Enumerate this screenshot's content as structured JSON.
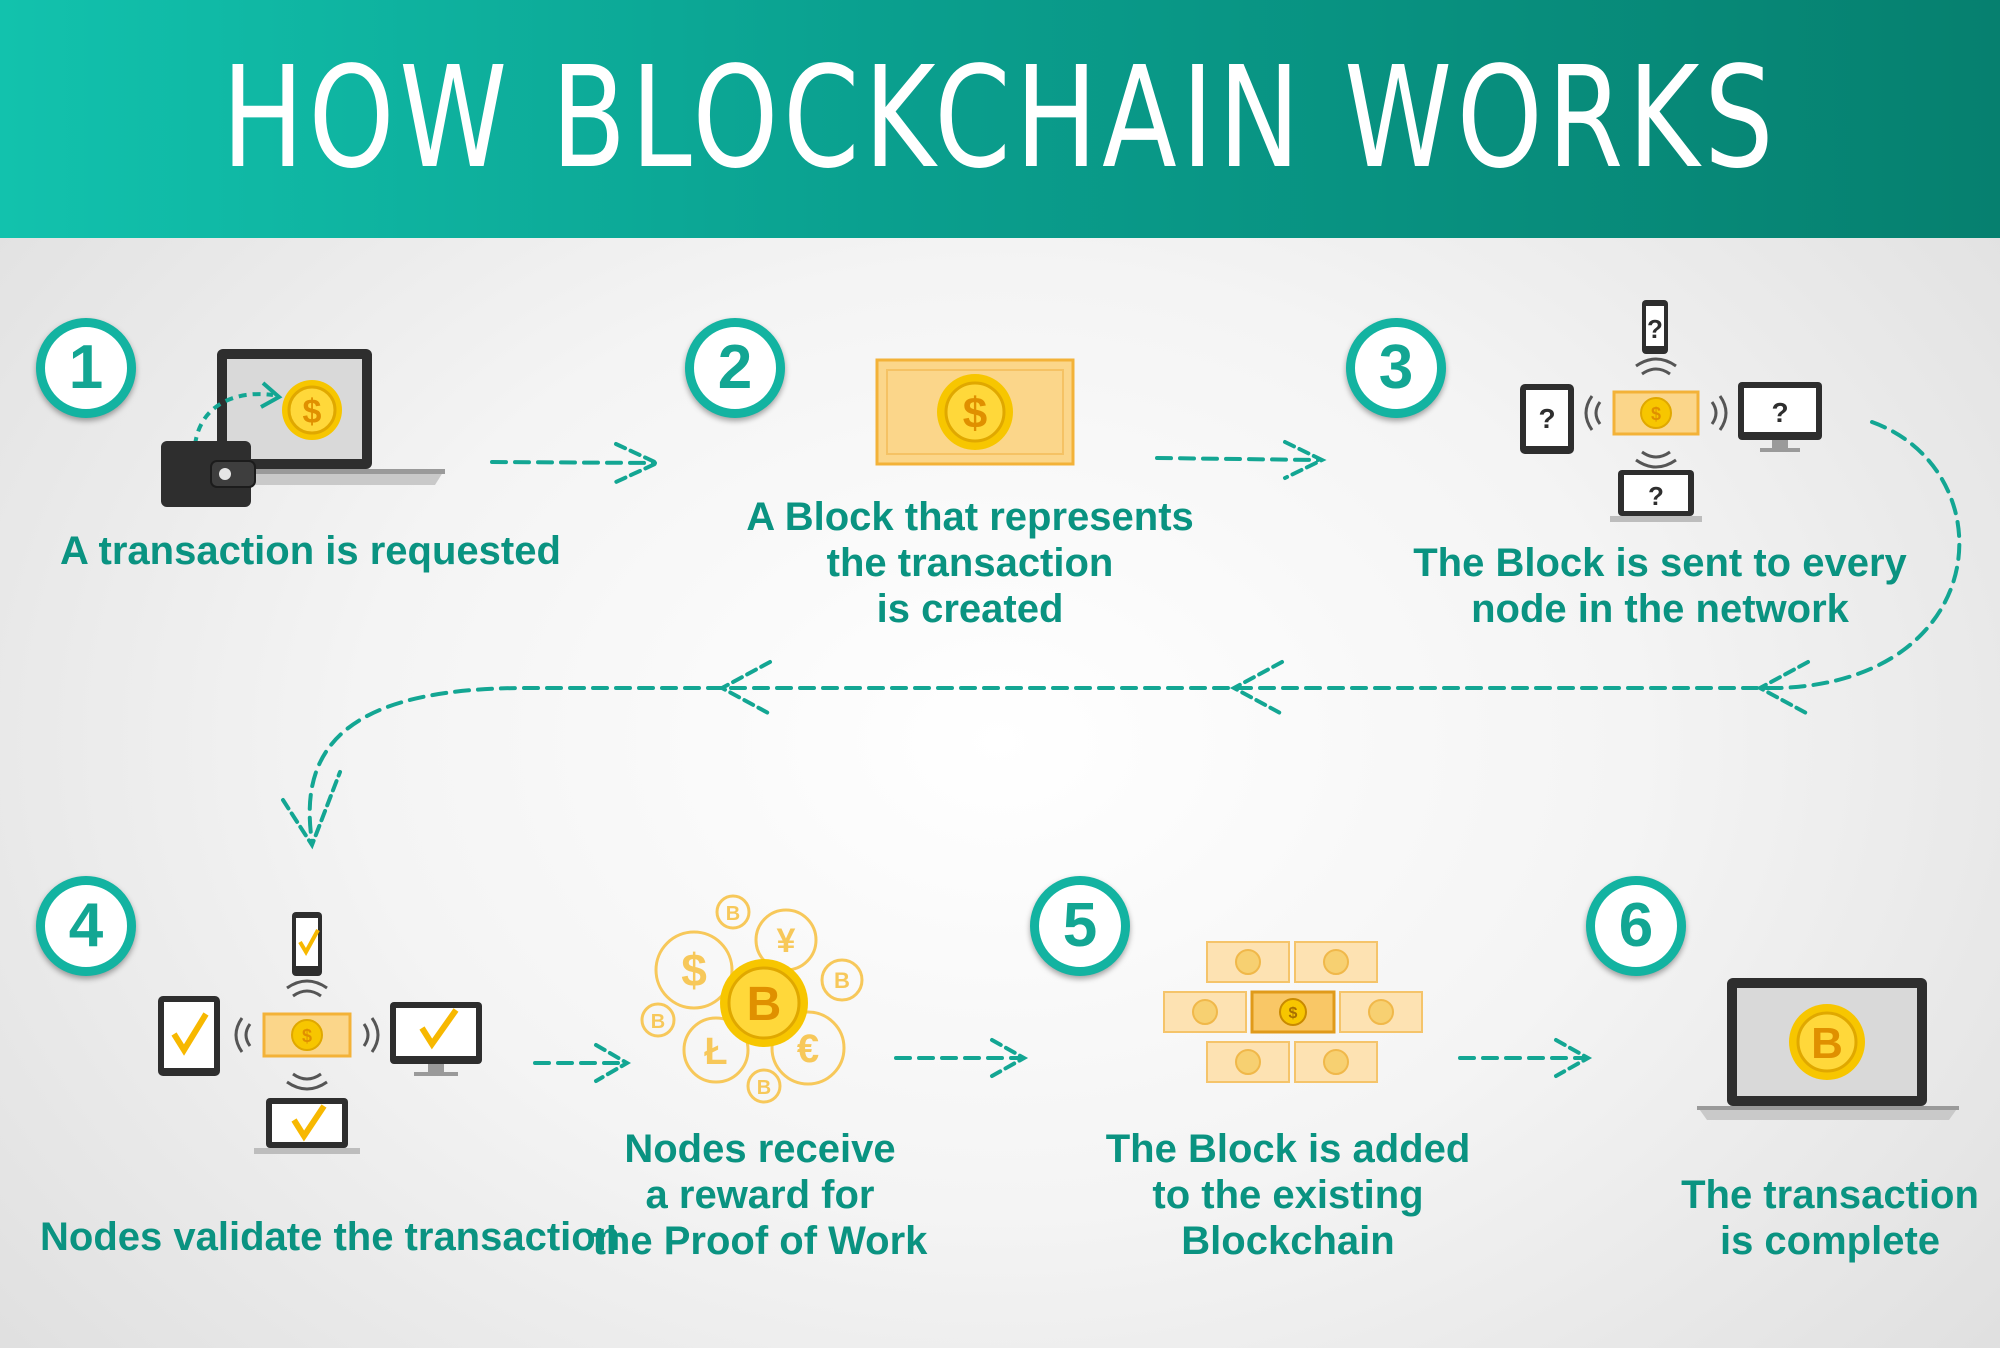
{
  "title": "HOW BLOCKCHAIN WORKS",
  "colors": {
    "header_start": "#12c2ad",
    "header_end": "#06806f",
    "accent_teal": "#13b3a1",
    "caption_teal": "#0a9381",
    "coin_gold": "#f7c600",
    "block_peach": "#fbd68a",
    "device_dark": "#2e2e2e"
  },
  "steps": [
    {
      "number": "1",
      "caption": [
        "A transaction is requested"
      ],
      "icon": "wallet-laptop-transfer-icon"
    },
    {
      "number": "2",
      "caption": [
        "A Block that represents",
        "the transaction",
        "is created"
      ],
      "icon": "block-banknote-icon"
    },
    {
      "number": "3",
      "caption": [
        "The Block is sent to every",
        "node in the network"
      ],
      "icon": "network-broadcast-icon",
      "device_marks": [
        "?",
        "?",
        "?",
        "?"
      ]
    },
    {
      "number": "4",
      "caption": [
        "Nodes validate the transaction"
      ],
      "icon": "network-validation-icon"
    },
    {
      "number": "",
      "caption": [
        "Nodes receive",
        "a reward for",
        "the Proof of Work"
      ],
      "icon": "coins-reward-icon",
      "coin_symbols": [
        "B",
        "$",
        "¥",
        "Ł",
        "€",
        "B",
        "B",
        "B",
        "B"
      ]
    },
    {
      "number": "5",
      "caption": [
        "The Block is added",
        "to the existing",
        "Blockchain"
      ],
      "icon": "blockchain-wall-icon"
    },
    {
      "number": "6",
      "caption": [
        "The transaction",
        "is complete"
      ],
      "icon": "laptop-bitcoin-icon",
      "coin_symbol": "B"
    }
  ],
  "coin_symbol": "$"
}
